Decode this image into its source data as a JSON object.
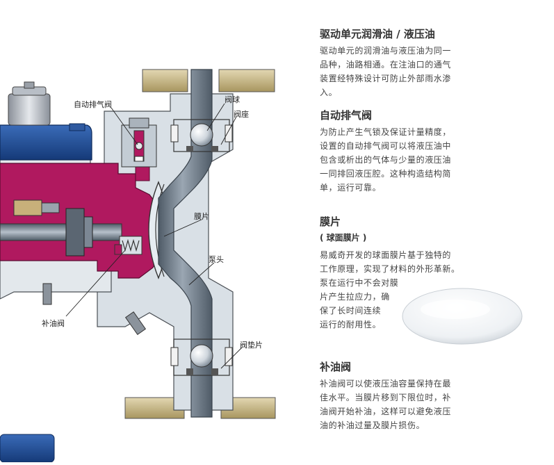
{
  "diagram": {
    "labels": {
      "auto_vent": "自动排气阀",
      "valve_ball": "阀球",
      "valve_seat": "阀座",
      "membrane": "膜片",
      "pump_head": "泵头",
      "refill_valve": "补油阀",
      "valve_gasket": "阀垫片"
    },
    "colors": {
      "hydraulic_oil": "#b0195f",
      "pump_head_body": "#d5dde4",
      "drive_unit": "#1f4e96",
      "pipe": "#6d7a87",
      "flange": "#cdbb8a"
    }
  },
  "sections": [
    {
      "title": "驱动单元润滑油 / 液压油",
      "lines": [
        "驱动单元的润滑油与液压油为同一",
        "品种，油路相通。在注油口的通气",
        "装置经特殊设计可防止外部雨水渗",
        "入。"
      ]
    },
    {
      "title": "自动排气阀",
      "lines": [
        "为防止产生气锁及保证计量精度，",
        "设置的自动排气阀可以将液压油中",
        "包含或析出的气体与少量的液压油",
        "一同排回液压腔。这种构造结构简",
        "单，运行可靠。"
      ]
    },
    {
      "title": "膜片",
      "subtitle": "( 球面膜片 )",
      "lines": [
        "易威奇开发的球面膜片基于独特的",
        "工作原理，实现了材料的外形革新。",
        "泵在运行中不会对膜",
        "片产生拉应力，确",
        "保了长时间连续",
        "运行的耐用性。"
      ]
    },
    {
      "title": "补油阀",
      "lines": [
        "补油阀可以使液压油容量保持在最",
        "佳水平。当膜片移到下限位时，补",
        "油阀开始补油，这样可以避免液压",
        "油的补油过量及膜片损伤。"
      ]
    }
  ]
}
